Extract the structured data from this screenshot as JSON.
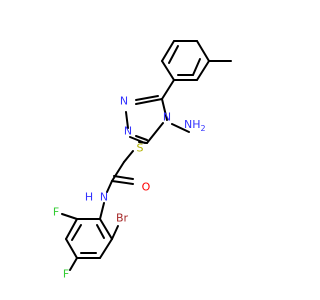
{
  "colors": {
    "bond": "#000000",
    "N": "#3333ff",
    "O": "#ff0000",
    "S": "#b2b200",
    "F": "#33cc33",
    "Br": "#a62929"
  },
  "atoms": {
    "n_triazole_top": {
      "text": "N",
      "element": "N"
    },
    "n_triazole_left": {
      "text": "N",
      "element": "N"
    },
    "n_triazole_n4": {
      "text": "N",
      "element": "N"
    },
    "nh2": {
      "text": "NH",
      "element": "N"
    },
    "nh2_sub": {
      "text": "2",
      "element": "N"
    },
    "sulfur": {
      "text": "S",
      "element": "S"
    },
    "oxygen": {
      "text": "O",
      "element": "O"
    },
    "amide_n": {
      "text": "N",
      "element": "N"
    },
    "amide_h": {
      "text": "H",
      "element": "N"
    },
    "fluorine_left": {
      "text": "F",
      "element": "F"
    },
    "fluorine_bottom": {
      "text": "F",
      "element": "F"
    },
    "bromine": {
      "text": "Br",
      "element": "Br"
    }
  }
}
